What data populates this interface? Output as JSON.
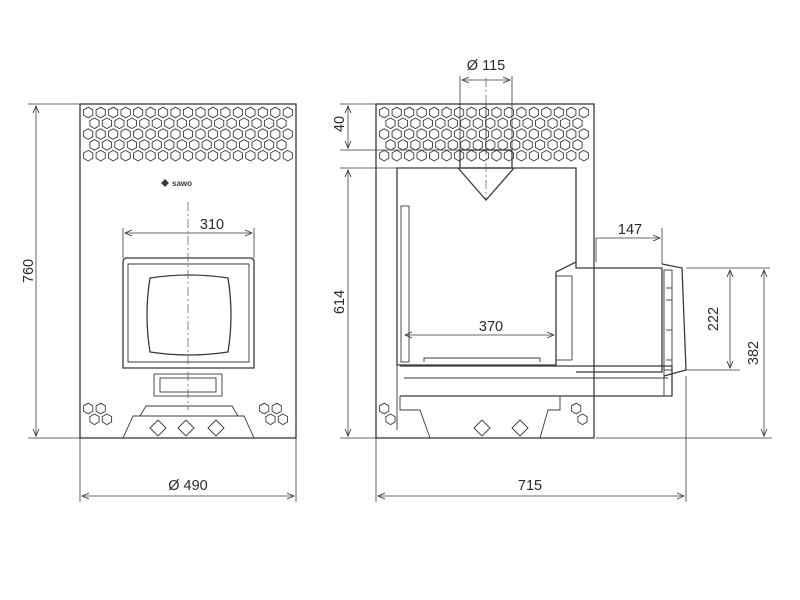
{
  "brand_logo_text": "sawo",
  "front_view": {
    "total_height": "760",
    "door_width": "310",
    "diameter": "Ø 490"
  },
  "side_view": {
    "outlet_diameter": "Ø 115",
    "top_offset": "40",
    "body_height": "614",
    "inner_depth": "370",
    "extension_depth": "147",
    "door_height": "222",
    "door_bottom_height": "382",
    "total_depth": "715"
  },
  "colors": {
    "line": "#3a3a3a",
    "background": "#ffffff"
  }
}
